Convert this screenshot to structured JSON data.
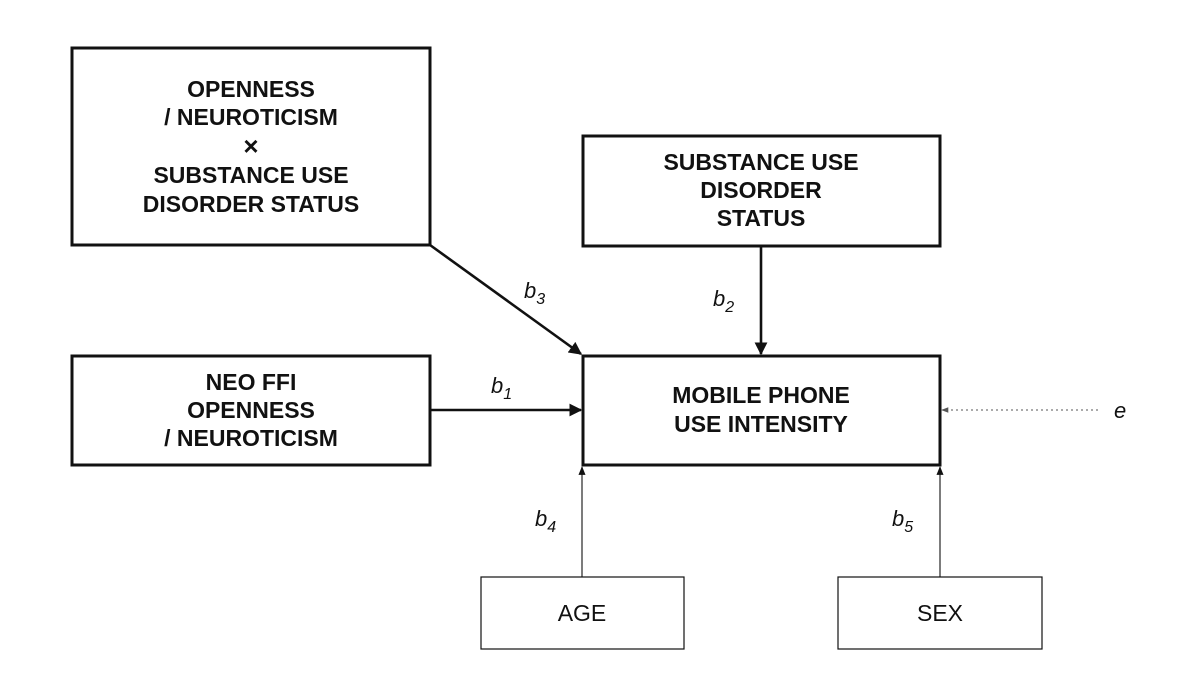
{
  "nodes": {
    "interaction": {
      "lines": [
        "OPENNESS",
        "/ NEUROTICISM",
        "×",
        "SUBSTANCE USE",
        "DISORDER STATUS"
      ]
    },
    "sud_status": {
      "lines": [
        "SUBSTANCE USE",
        "DISORDER",
        "STATUS"
      ]
    },
    "neo_ffi": {
      "lines": [
        "NEO FFI",
        "OPENNESS",
        "/ NEUROTICISM"
      ]
    },
    "outcome": {
      "lines": [
        "MOBILE PHONE",
        "USE INTENSITY"
      ]
    },
    "age": {
      "label": "AGE"
    },
    "sex": {
      "label": "SEX"
    }
  },
  "edges": {
    "b1": {
      "symbol": "b",
      "subscript": "1"
    },
    "b2": {
      "symbol": "b",
      "subscript": "2"
    },
    "b3": {
      "symbol": "b",
      "subscript": "3"
    },
    "b4": {
      "symbol": "b",
      "subscript": "4"
    },
    "b5": {
      "symbol": "b",
      "subscript": "5"
    },
    "error": {
      "symbol": "e"
    }
  }
}
